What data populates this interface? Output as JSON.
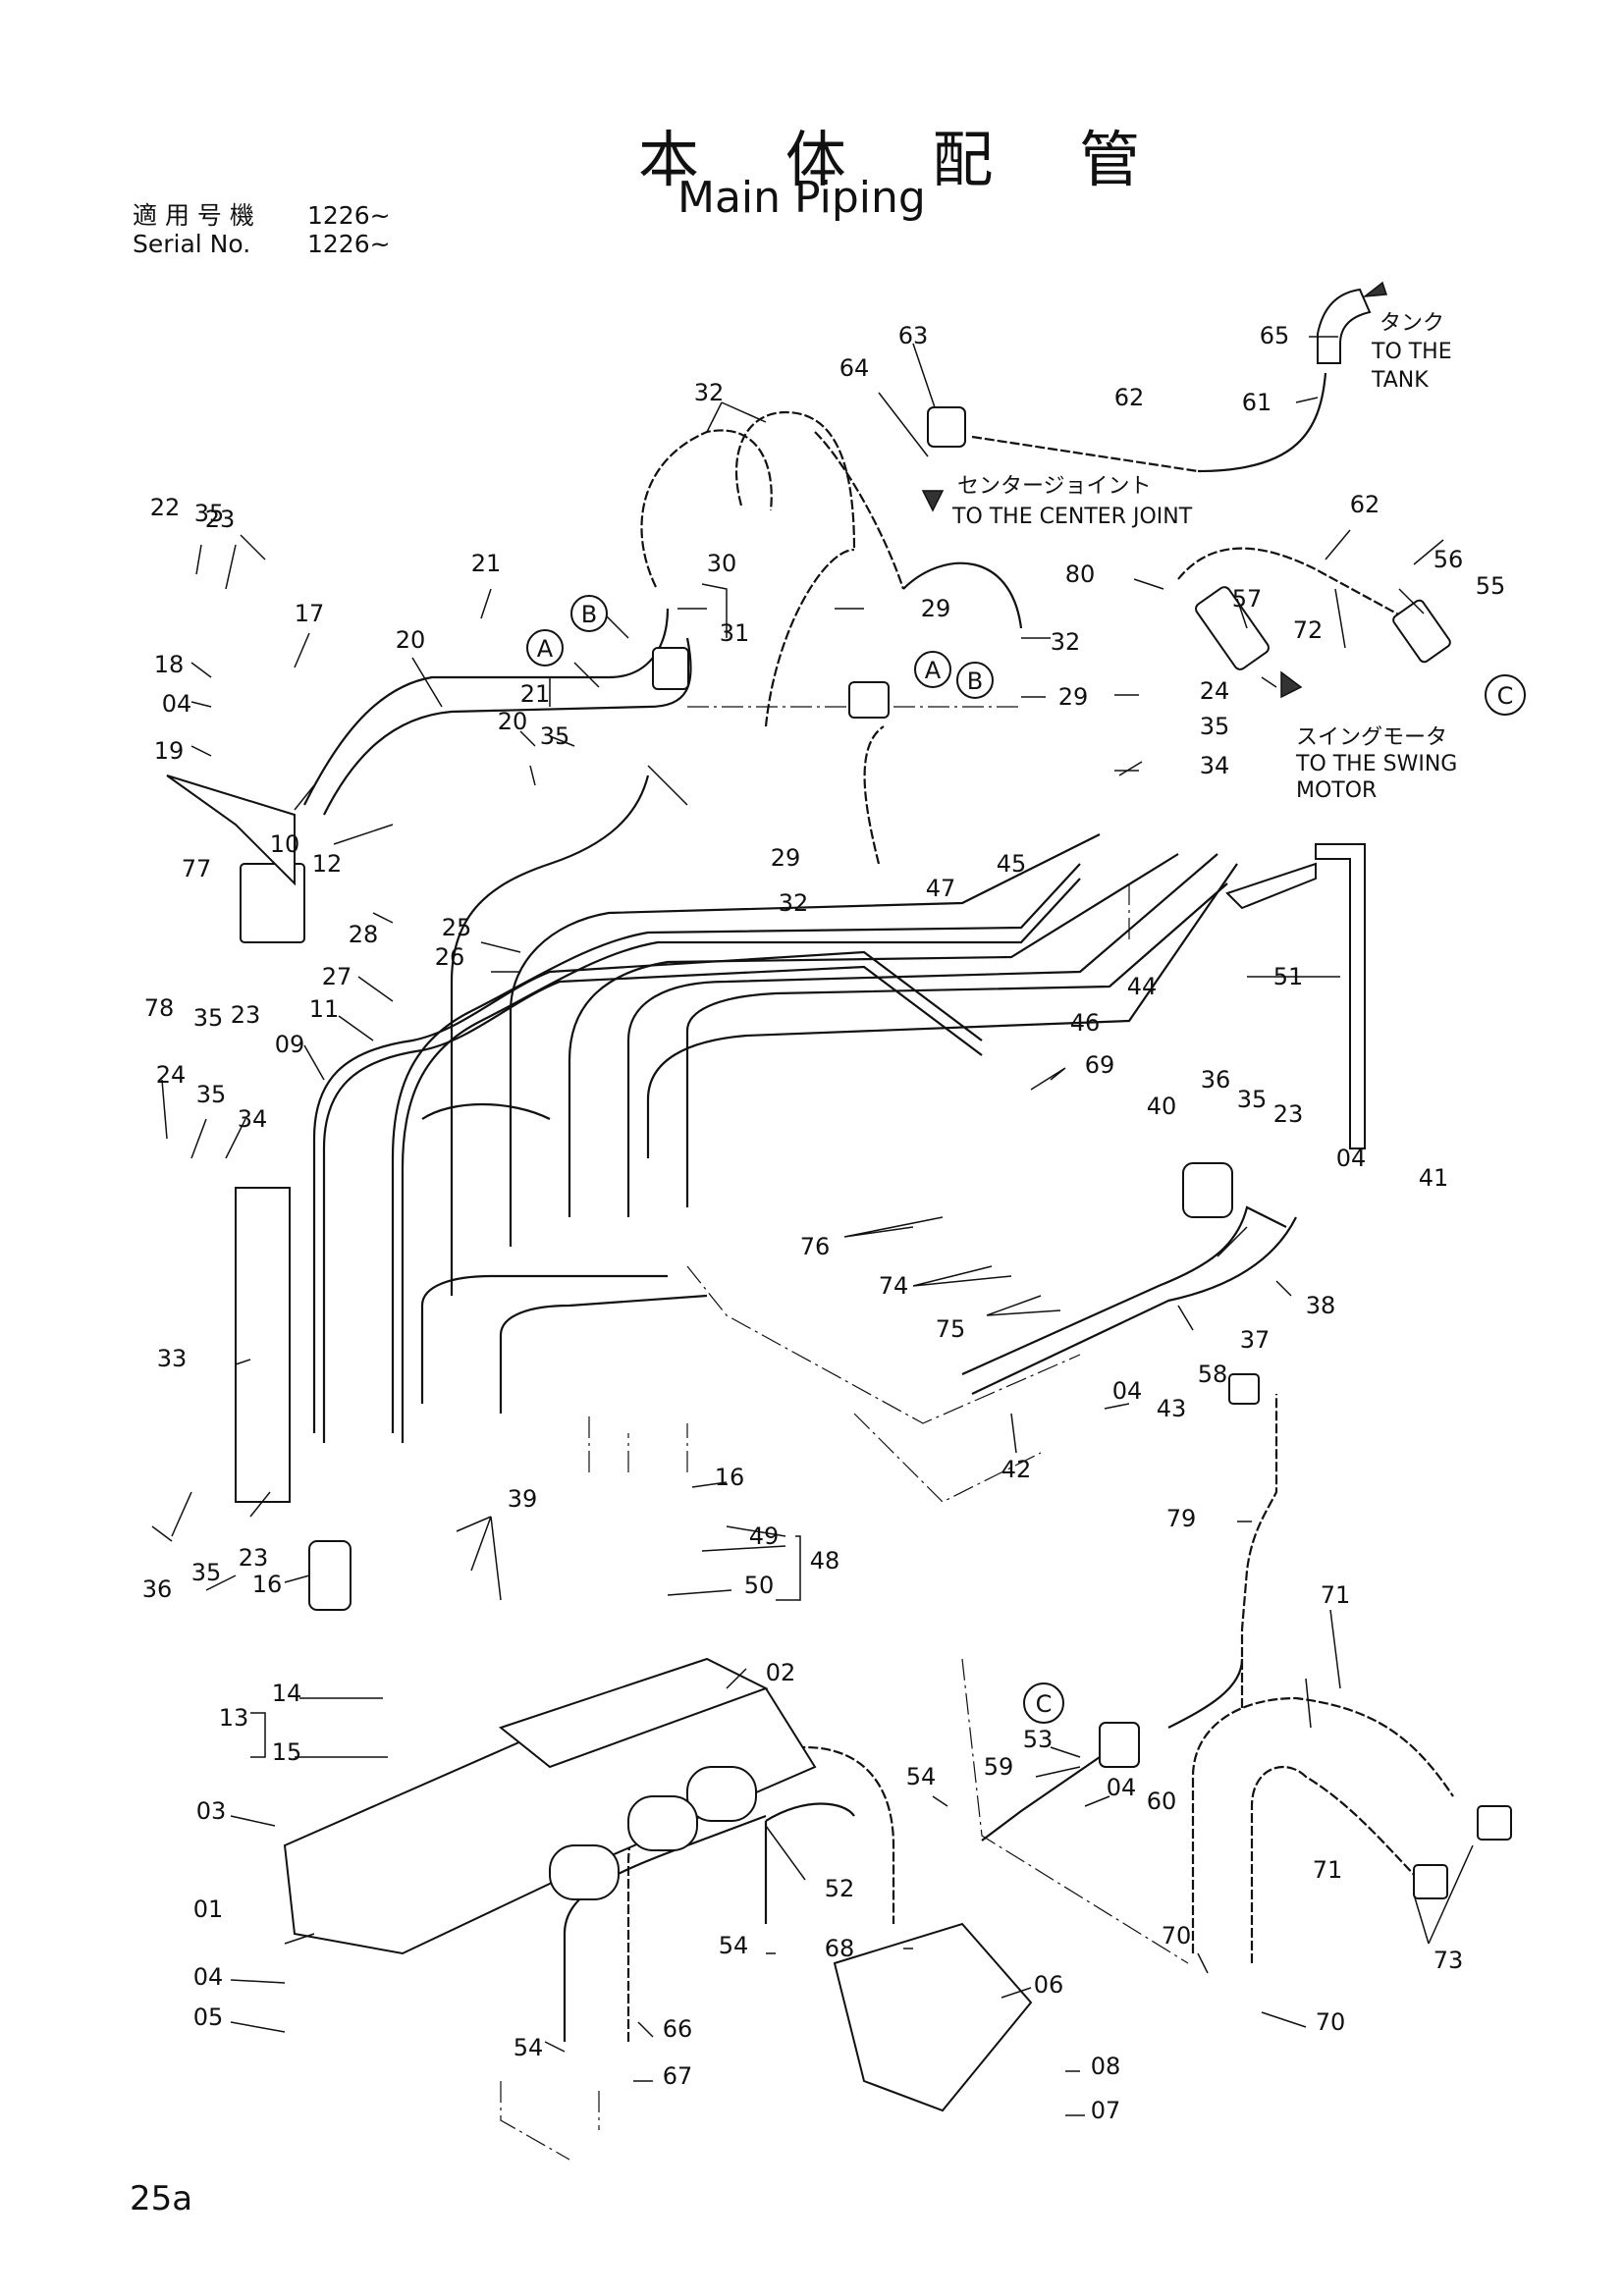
{
  "title": {
    "jp": "本 体 配 管",
    "en": "Main Piping"
  },
  "serial": {
    "jp_label": "適 用 号 機",
    "jp_value": "1226~",
    "en_label": "Serial No.",
    "en_value": "1226~"
  },
  "page_number": "25a",
  "destinations": {
    "tank": {
      "jp": "タンク",
      "en1": "TO THE",
      "en2": "TANK"
    },
    "center_joint": {
      "jp": "センタージョイント",
      "en": "TO THE CENTER JOINT"
    },
    "swing_motor": {
      "jp": "スイングモータ",
      "en1": "TO THE SWING",
      "en2": "MOTOR"
    }
  },
  "circle_refs": {
    "a1": "A",
    "a2": "A",
    "b1": "B",
    "b2": "B",
    "c1": "C",
    "c2": "C"
  },
  "part_labels": {
    "p01": "01",
    "p02": "02",
    "p03": "03",
    "p04a": "04",
    "p04b": "04",
    "p04c": "04",
    "p04d": "04",
    "p04e": "04",
    "p05": "05",
    "p06": "06",
    "p07": "07",
    "p08": "08",
    "p09": "09",
    "p10": "10",
    "p11": "11",
    "p12": "12",
    "p13": "13",
    "p14": "14",
    "p15": "15",
    "p16a": "16",
    "p16b": "16",
    "p17": "17",
    "p18": "18",
    "p19": "19",
    "p20a": "20",
    "p20b": "20",
    "p21a": "21",
    "p21b": "21",
    "p22": "22",
    "p23a": "23",
    "p23b": "23",
    "p23c": "23",
    "p23d": "23",
    "p24a": "24",
    "p24b": "24",
    "p25": "25",
    "p26": "26",
    "p27": "27",
    "p28": "28",
    "p29a": "29",
    "p29b": "29",
    "p29c": "29",
    "p30": "30",
    "p31": "31",
    "p32a": "32",
    "p32b": "32",
    "p32c": "32",
    "p33": "33",
    "p34a": "34",
    "p34b": "34",
    "p35a": "35",
    "p35b": "35",
    "p35c": "35",
    "p35d": "35",
    "p35e": "35",
    "p35f": "35",
    "p35g": "35",
    "p36a": "36",
    "p36b": "36",
    "p37": "37",
    "p38": "38",
    "p39": "39",
    "p40": "40",
    "p41": "41",
    "p42": "42",
    "p43": "43",
    "p44": "44",
    "p45": "45",
    "p46": "46",
    "p47": "47",
    "p48": "48",
    "p49": "49",
    "p50": "50",
    "p51": "51",
    "p52": "52",
    "p53": "53",
    "p54a": "54",
    "p54b": "54",
    "p54c": "54",
    "p55": "55",
    "p56": "56",
    "p57": "57",
    "p58": "58",
    "p59": "59",
    "p60": "60",
    "p61": "61",
    "p62a": "62",
    "p62b": "62",
    "p63": "63",
    "p64": "64",
    "p65": "65",
    "p66": "66",
    "p67": "67",
    "p68": "68",
    "p69": "69",
    "p70a": "70",
    "p70b": "70",
    "p71a": "71",
    "p71b": "71",
    "p72": "72",
    "p73": "73",
    "p74": "74",
    "p75": "75",
    "p76": "76",
    "p77": "77",
    "p78": "78",
    "p79": "79",
    "p80": "80"
  }
}
